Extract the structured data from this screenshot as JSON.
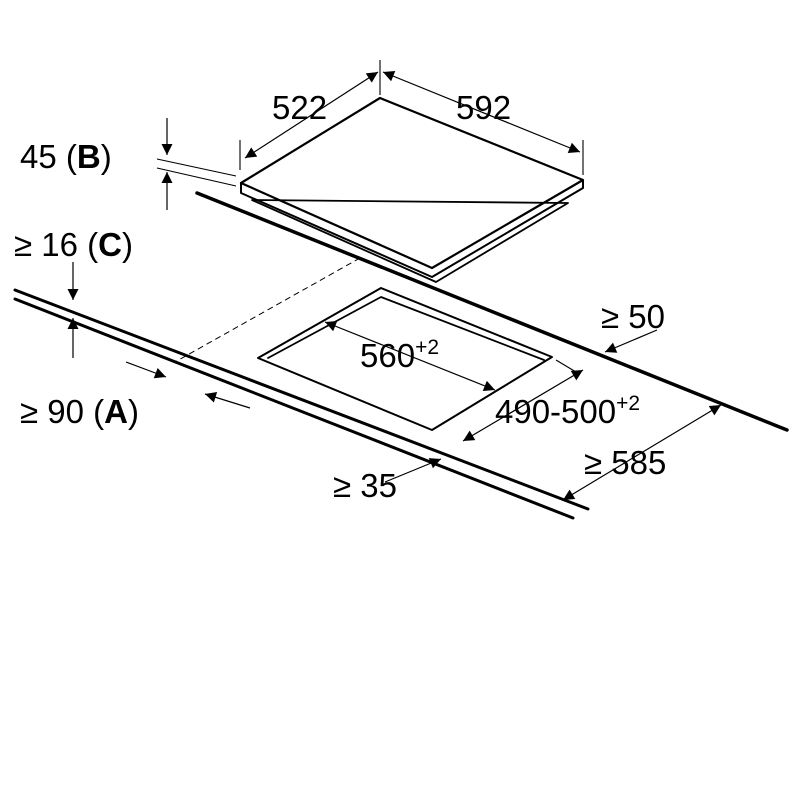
{
  "labels": {
    "width_cooktop": "522",
    "depth_cooktop": "592",
    "height_value": "45 (",
    "height_letter": "B",
    "height_close": ")",
    "worktop_value": "≥ 16 (",
    "worktop_letter": "C",
    "worktop_close": ")",
    "cutout_width": "560",
    "cutout_width_tol": "+2",
    "cutout_depth": "490-500",
    "cutout_depth_tol": "+2",
    "rear_clearance": "≥ 50",
    "side_clearance_value": "≥ 90 (",
    "side_clearance_letter": "A",
    "side_clearance_close": ")",
    "front_clearance": "≥ 35",
    "worktop_depth": "≥ 585"
  },
  "colors": {
    "line": "#000000",
    "background": "#ffffff"
  }
}
